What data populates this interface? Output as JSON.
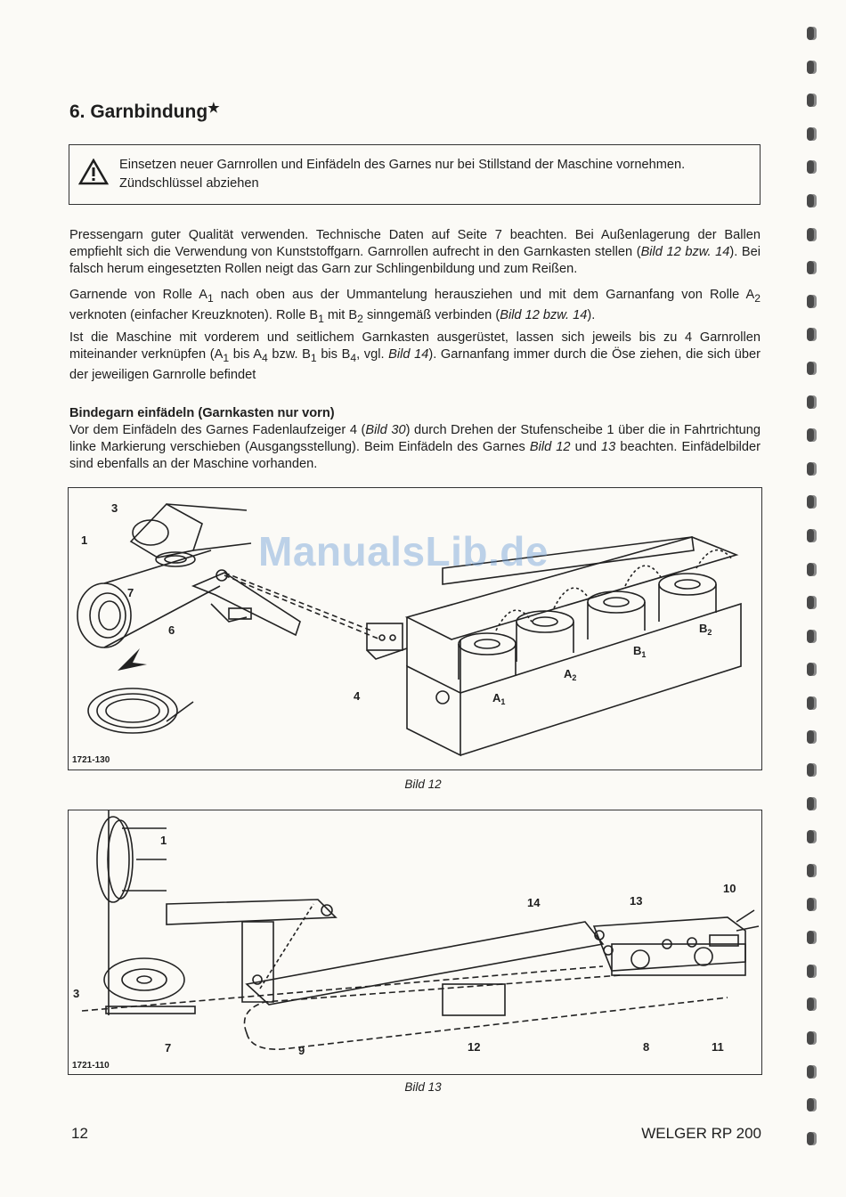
{
  "heading": {
    "title": "6. Garnbindung",
    "star": "★"
  },
  "warning": {
    "icon": "warning-triangle-icon",
    "text": "Einsetzen neuer Garnrollen und Einfädeln des Garnes nur bei Stillstand der Maschine vornehmen. Zündschlüssel abziehen"
  },
  "body": {
    "p1": {
      "a": "Pressengarn guter Qualität verwenden. Technische Daten auf Seite 7 beachten. Bei Außenlagerung der Ballen empfiehlt sich die Verwendung von Kunststoffgarn. Garnrollen aufrecht in den Garnkasten stellen (",
      "ref": "Bild 12 bzw. 14",
      "b": "). Bei falsch herum eingesetzten Rollen neigt das Garn zur Schlingenbildung und zum Reißen."
    },
    "p2": {
      "a": "Garnende von Rolle A",
      "sub_a1": "1",
      "b": " nach oben aus der Ummantelung herausziehen und mit dem Garnanfang von Rolle A",
      "sub_a2": "2",
      "c": " verknoten (einfacher Kreuzknoten). Rolle B",
      "sub_b1": "1",
      "d": " mit B",
      "sub_b2": "2",
      "e": " sinngemäß verbinden (",
      "ref": "Bild 12 bzw. 14",
      "f": ")."
    },
    "p3": {
      "a": "Ist die Maschine mit vorderem und seitlichem Garnkasten ausgerüstet, lassen sich jeweils bis zu 4 Garnrollen miteinander verknüpfen (A",
      "s1": "1",
      "b": " bis A",
      "s2": "4",
      "c": " bzw. B",
      "s3": "1",
      "d": " bis B",
      "s4": "4",
      "e": ", vgl. ",
      "ref": "Bild 14",
      "f": "). Garnanfang immer durch die Öse ziehen, die sich über der jeweiligen Garnrolle befindet"
    },
    "p4": {
      "subheading": "Bindegarn einfädeln (Garnkasten nur vorn)",
      "a": "Vor dem Einfädeln des Garnes Fadenlaufzeiger 4 (",
      "ref1": "Bild 30",
      "b": ") durch Drehen der Stufenscheibe 1 über die in Fahrtrichtung linke Markierung verschieben (Ausgangsstellung). Beim Einfädeln des Garnes ",
      "ref2": "Bild 12",
      "c": " und ",
      "ref3": "13",
      "d": " beachten. Einfädelbilder sind ebenfalls an der Maschine vorhanden."
    }
  },
  "figure12": {
    "id": "1721-130",
    "caption": "Bild 12",
    "callouts": [
      "3",
      "1",
      "7",
      "6",
      "4"
    ],
    "rolls": {
      "a1": "A",
      "a1_sub": "1",
      "a2": "A",
      "a2_sub": "2",
      "b1": "B",
      "b1_sub": "1",
      "b2": "B",
      "b2_sub": "2"
    }
  },
  "figure13": {
    "id": "1721-110",
    "caption": "Bild 13",
    "callouts": [
      "1",
      "14",
      "13",
      "10",
      "3",
      "7",
      "9",
      "12",
      "8",
      "11"
    ]
  },
  "watermark": "ManualsLib.de",
  "footer": {
    "page_number": "12",
    "model": "WELGER RP 200"
  }
}
